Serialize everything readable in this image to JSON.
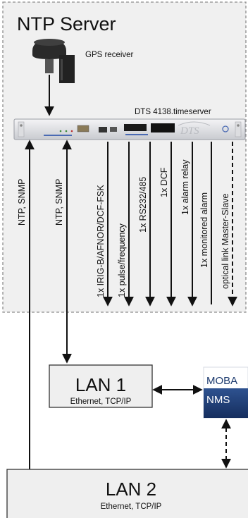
{
  "server": {
    "title": "NTP Server"
  },
  "gps": {
    "label": "GPS receiver"
  },
  "device": {
    "label": "DTS 4138.timeserver",
    "logo": "DTS"
  },
  "links": {
    "left_outer": "NTP, SNMP",
    "left_inner": "NTP, SNMP"
  },
  "outputs": [
    "1x IRIG-B/AFNOR/DCF-FSK",
    "1x pulse/frequency",
    "1x RS232/485",
    "1x DCF",
    "1x alarm relay",
    "1x monitored alarm",
    "optical link Master-Slave"
  ],
  "lan1": {
    "title": "LAN 1",
    "subtitle": "Ethernet, TCP/IP"
  },
  "lan2": {
    "title": "LAN 2",
    "subtitle": "Ethernet, TCP/IP"
  },
  "nms": {
    "top": "MOBA",
    "bottom": "NMS"
  },
  "colors": {
    "panel_bg": "#f0f0f0",
    "dash": "#8c8c8c",
    "nms_blue": "#1f3d78",
    "box_fill": "#efefef"
  }
}
